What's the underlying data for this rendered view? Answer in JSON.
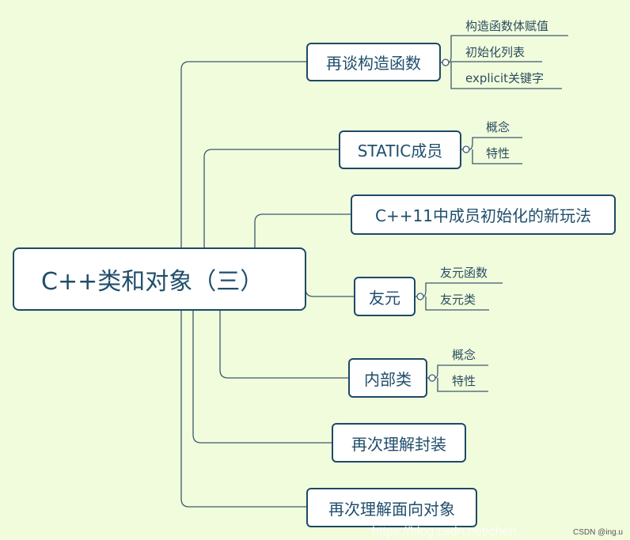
{
  "root": "C++类和对象（三）",
  "branches": [
    {
      "label": "再谈构造函数",
      "children": [
        "构造函数体赋值",
        "初始化列表",
        "explicit关键字"
      ]
    },
    {
      "label": "STATIC成员",
      "children": [
        "概念",
        "特性"
      ]
    },
    {
      "label": "C++11中成员初始化的新玩法",
      "children": []
    },
    {
      "label": "友元",
      "children": [
        "友元函数",
        "友元类"
      ]
    },
    {
      "label": "内部类",
      "children": [
        "概念",
        "特性"
      ]
    },
    {
      "label": "再次理解封装",
      "children": []
    },
    {
      "label": "再次理解面向对象",
      "children": []
    }
  ],
  "watermark": "https://blog.csdn.net/chen",
  "credit": "CSDN @ing.u",
  "colors": {
    "background": "#f1fcdc",
    "line": "#1d4a66"
  }
}
